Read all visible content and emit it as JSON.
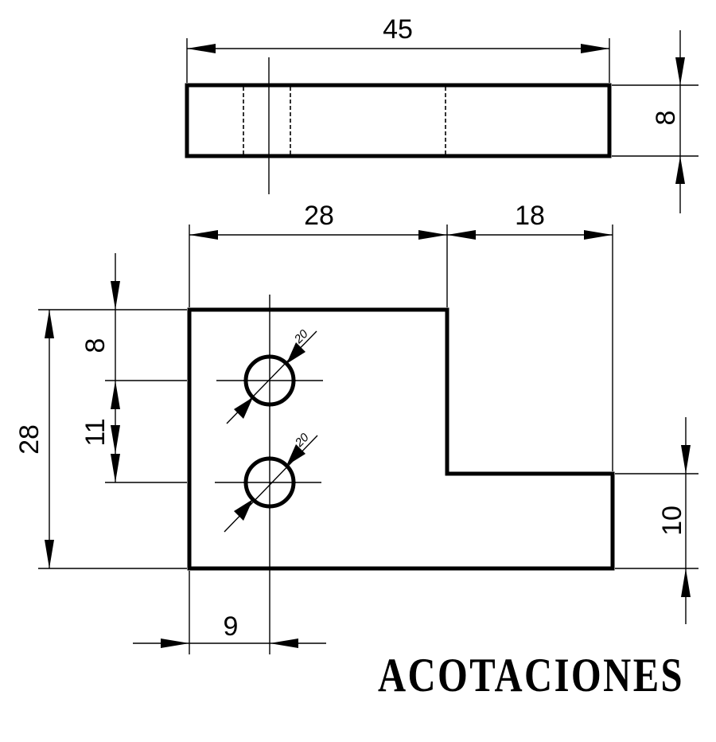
{
  "title": "ACOTACIONES",
  "dimensions": {
    "top_width": "45",
    "top_thickness": "8",
    "front_left_width": "28",
    "front_right_width": "18",
    "front_height": "28",
    "hole_top_offset": "8",
    "hole_spacing": "11",
    "step_height": "10",
    "hole_center_x": "9",
    "hole_upper_diameter": "20",
    "hole_lower_diameter": "20"
  }
}
